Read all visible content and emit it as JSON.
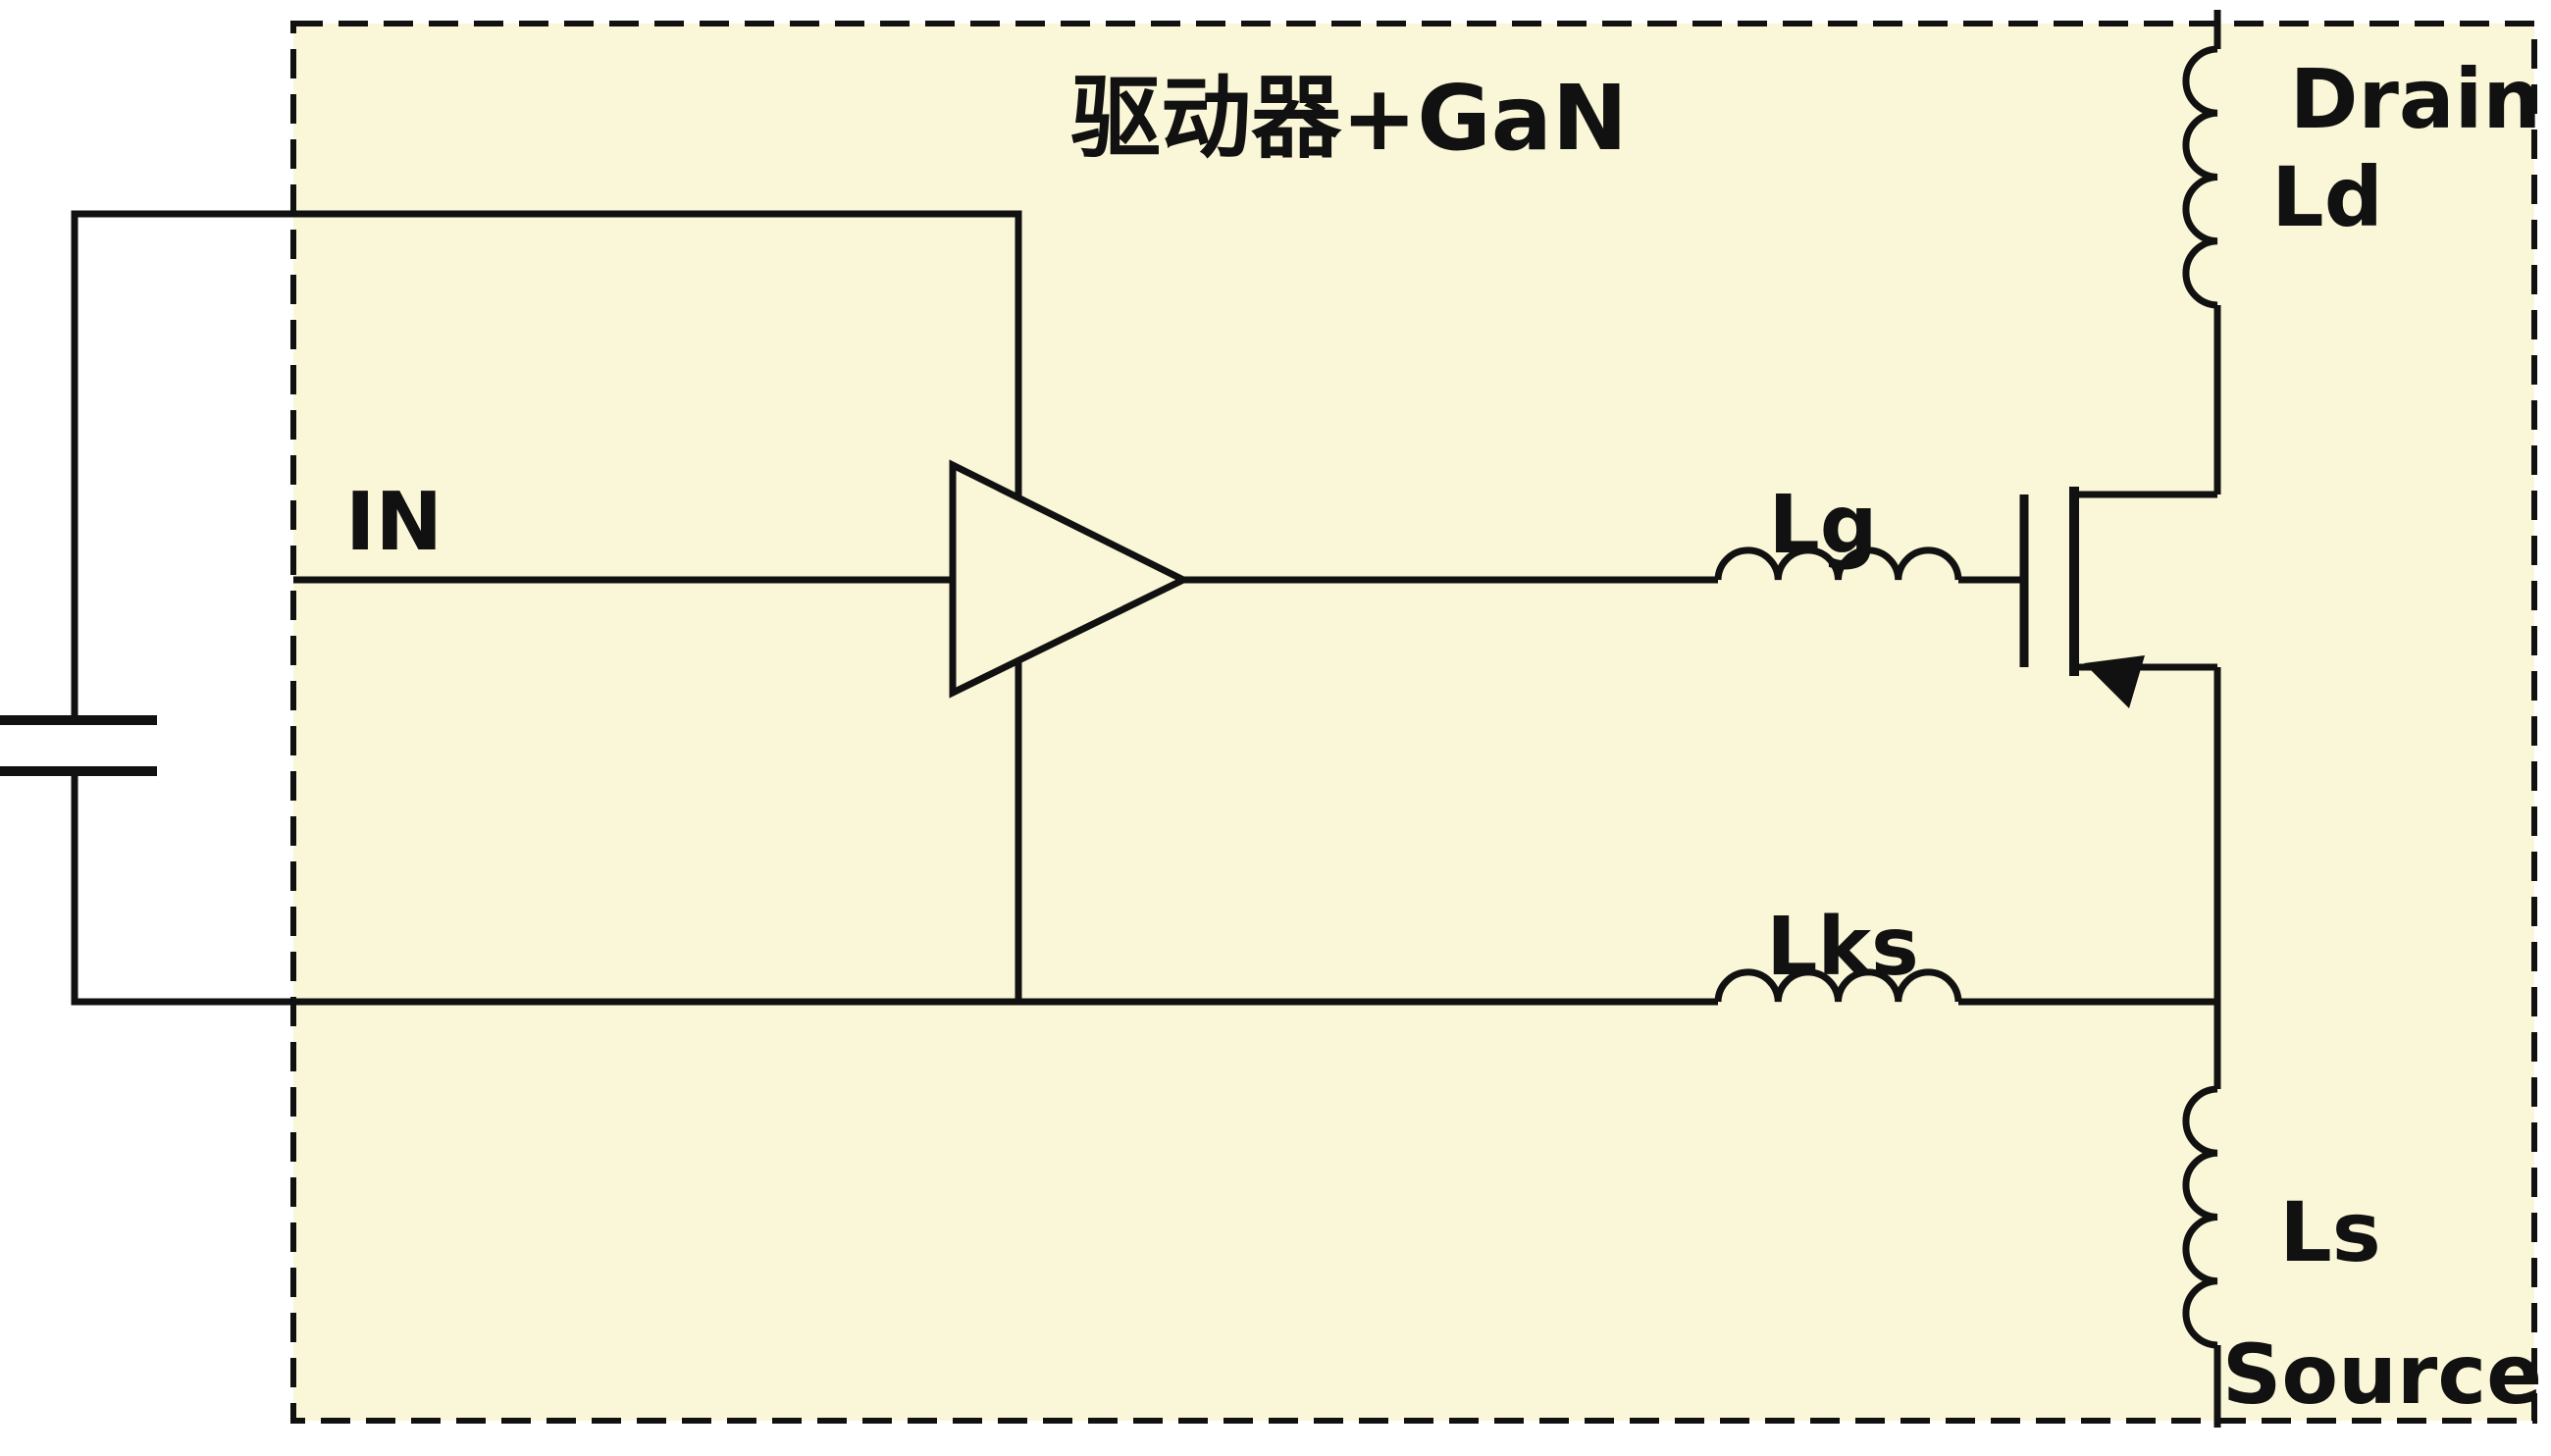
{
  "diagram": {
    "title": "驱动器+GaN",
    "labels": {
      "input": "IN",
      "gate_inductor": "Lg",
      "kelvin_source_inductor": "Lks",
      "drain_inductor": "Ld",
      "source_inductor": "Ls",
      "drain_terminal": "Drain",
      "source_terminal": "Source"
    },
    "colors": {
      "box_fill": "#FAF6D8",
      "line": "#111111",
      "page_background": "#FFFFFF"
    }
  }
}
